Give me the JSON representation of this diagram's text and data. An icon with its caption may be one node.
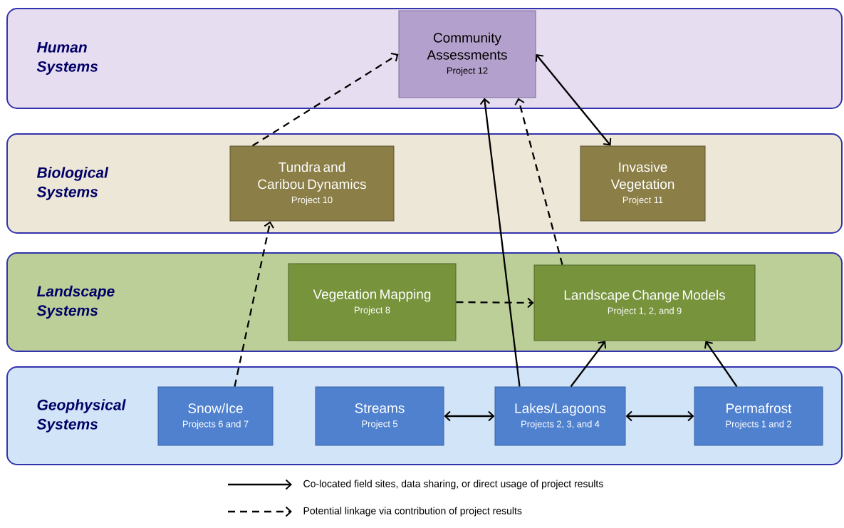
{
  "diagram": {
    "nodes": [
      {
        "text": [
          "Human Systems"
        ]
      },
      {
        "text": [
          "Community Assessments",
          "Project 12"
        ],
        "in": 0
      },
      {
        "text": [
          "Biological Systems"
        ]
      },
      {
        "text": [
          "Tundra and Caribou Dynamics",
          "Project 10"
        ],
        "in": 2
      },
      {
        "text": [
          "Invasive Vegetation",
          "Project 11"
        ],
        "in": 2
      },
      {
        "text": [
          "Landscape Systems"
        ]
      },
      {
        "text": [
          "Vegetation Mapping",
          "Project 8"
        ],
        "in": 5
      },
      {
        "text": [
          "Landscape Change Models",
          "Project 1, 2, and 9"
        ],
        "in": 5
      },
      {
        "text": [
          "Geophysical Systems"
        ]
      },
      {
        "text": [
          "Snow/Ice",
          "Projects 6 and 7"
        ],
        "in": 8
      },
      {
        "text": [
          "Streams",
          "Project 5"
        ],
        "in": 8
      },
      {
        "text": [
          "Lakes/Lagoons",
          "Projects 2, 3, and 4"
        ],
        "in": 8
      },
      {
        "text": [
          "Permafrost",
          "Projects 1 and 2"
        ],
        "in": 8
      }
    ],
    "edges": [
      {
        "from": 3,
        "to": 1,
        "arrow": "to",
        "style": "dashed"
      },
      {
        "from": 11,
        "to": 1,
        "arrow": "to"
      },
      {
        "from": 7,
        "to": 1,
        "arrow": "to",
        "style": "dashed"
      },
      {
        "from": 1,
        "to": 4,
        "arrow": "both"
      },
      {
        "from": 9,
        "to": 3,
        "arrow": "to",
        "style": "dashed"
      },
      {
        "from": 6,
        "to": 7,
        "arrow": "to",
        "style": "dashed"
      },
      {
        "from": 11,
        "to": 7,
        "arrow": "to"
      },
      {
        "from": 12,
        "to": 7,
        "arrow": "to"
      },
      {
        "from": 10,
        "to": 11,
        "arrow": "both"
      },
      {
        "from": 11,
        "to": 12,
        "arrow": "both"
      }
    ],
    "legend": [
      {
        "text": "Co-located field sites, data sharing, or direct usage of project results"
      },
      {
        "text": "Potential linkage via contribution of project results"
      }
    ]
  }
}
